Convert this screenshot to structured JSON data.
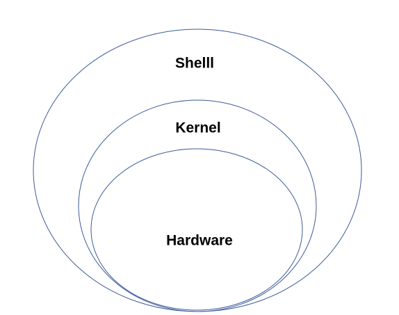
{
  "diagram": {
    "stroke_color": "#3b5998",
    "layers": [
      {
        "id": "shell",
        "label": "Shelll"
      },
      {
        "id": "kernel",
        "label": "Kernel"
      },
      {
        "id": "hardware",
        "label": "Hardware"
      }
    ]
  }
}
